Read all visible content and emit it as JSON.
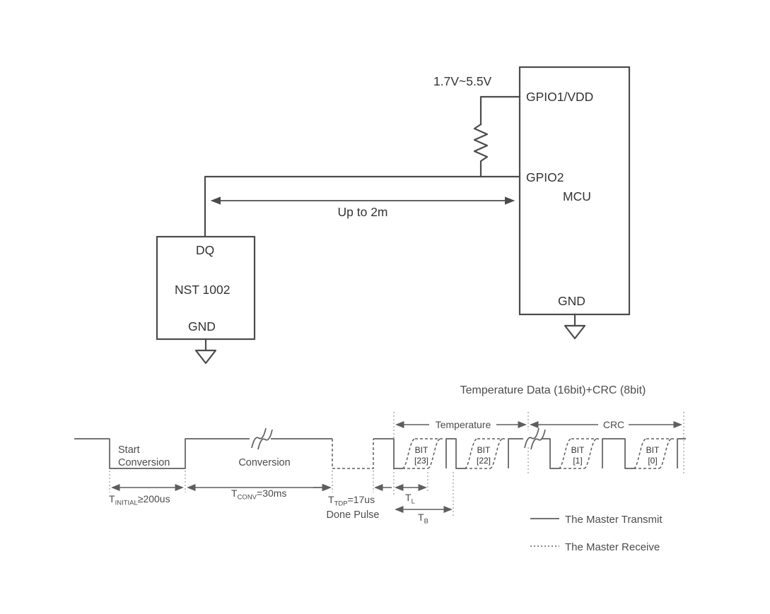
{
  "colors": {
    "line": "#4b4b4b",
    "timing_line": "#5e5e5e",
    "timing_text": "#4c4c4c",
    "text": "#333333",
    "guide": "#8f8f8f"
  },
  "circuit": {
    "supply_label": "1.7V~5.5V",
    "mcu": {
      "pin_gpio1": "GPIO1/VDD",
      "pin_gpio2": "GPIO2",
      "name": "MCU",
      "pin_gnd": "GND"
    },
    "sensor": {
      "pin_dq": "DQ",
      "name": "NST 1002",
      "pin_gnd": "GND"
    },
    "wire_label": "Up to 2m"
  },
  "timing": {
    "title": "Temperature Data (16bit)+CRC (8bit)",
    "start_conversion_line1": "Start",
    "start_conversion_line2": "Conversion",
    "conversion_label": "Conversion",
    "t_initial": {
      "base": "T",
      "sub": "INITIAL",
      "rest": "≥200us"
    },
    "t_conv": {
      "base": "T",
      "sub": "CONV",
      "rest": "=30ms"
    },
    "t_tdp": {
      "base": "T",
      "sub": "TDP",
      "rest": "=17us"
    },
    "done_pulse": "Done Pulse",
    "t_l": {
      "base": "T",
      "sub": "L"
    },
    "t_b": {
      "base": "T",
      "sub": "B"
    },
    "sections": {
      "temperature": "Temperature",
      "crc": "CRC"
    },
    "bits": [
      {
        "line1": "BIT",
        "line2": "[23]"
      },
      {
        "line1": "BIT",
        "line2": "[22]"
      },
      {
        "line1": "BIT",
        "line2": "[1]"
      },
      {
        "line1": "BIT",
        "line2": "[0]"
      }
    ],
    "legend": [
      {
        "label": "The Master Transmit",
        "style": "solid"
      },
      {
        "label": "The Master Receive",
        "style": "dotted"
      }
    ]
  }
}
